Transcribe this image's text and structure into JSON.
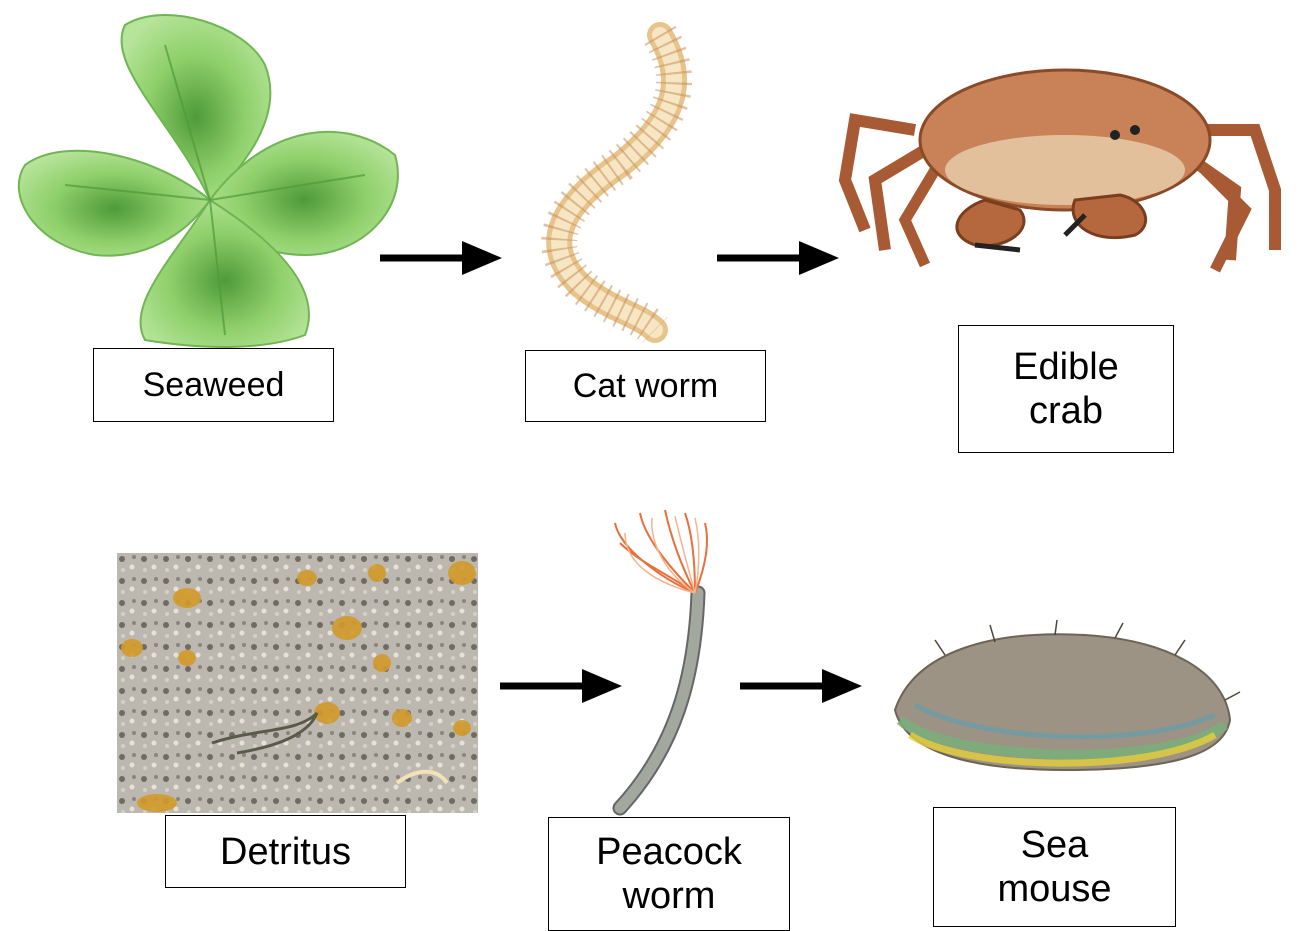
{
  "chains": [
    {
      "organisms": [
        {
          "name": "Seaweed",
          "lines": [
            "Seaweed"
          ],
          "icon": "seaweed-icon"
        },
        {
          "name": "Cat worm",
          "lines": [
            "Cat worm"
          ],
          "icon": "cat-worm-icon"
        },
        {
          "name": "Edible crab",
          "lines": [
            "Edible",
            "crab"
          ],
          "icon": "edible-crab-icon"
        }
      ]
    },
    {
      "organisms": [
        {
          "name": "Detritus",
          "lines": [
            "Detritus"
          ],
          "icon": "detritus-icon"
        },
        {
          "name": "Peacock worm",
          "lines": [
            "Peacock",
            "worm"
          ],
          "icon": "peacock-worm-icon"
        },
        {
          "name": "Sea mouse",
          "lines": [
            "Sea",
            "mouse"
          ],
          "icon": "sea-mouse-icon"
        }
      ]
    }
  ],
  "colors": {
    "seaweed": "#93d26e",
    "seaweed_dark": "#4f9a3a",
    "worm": "#f0d7a8",
    "crab": "#c77a4c",
    "detritus": "#b7b3ac",
    "peacock_crown": "#e8703c",
    "peacock_tube": "#a3a89e",
    "sea_mouse": "#9c9384",
    "arrow": "#000000"
  }
}
